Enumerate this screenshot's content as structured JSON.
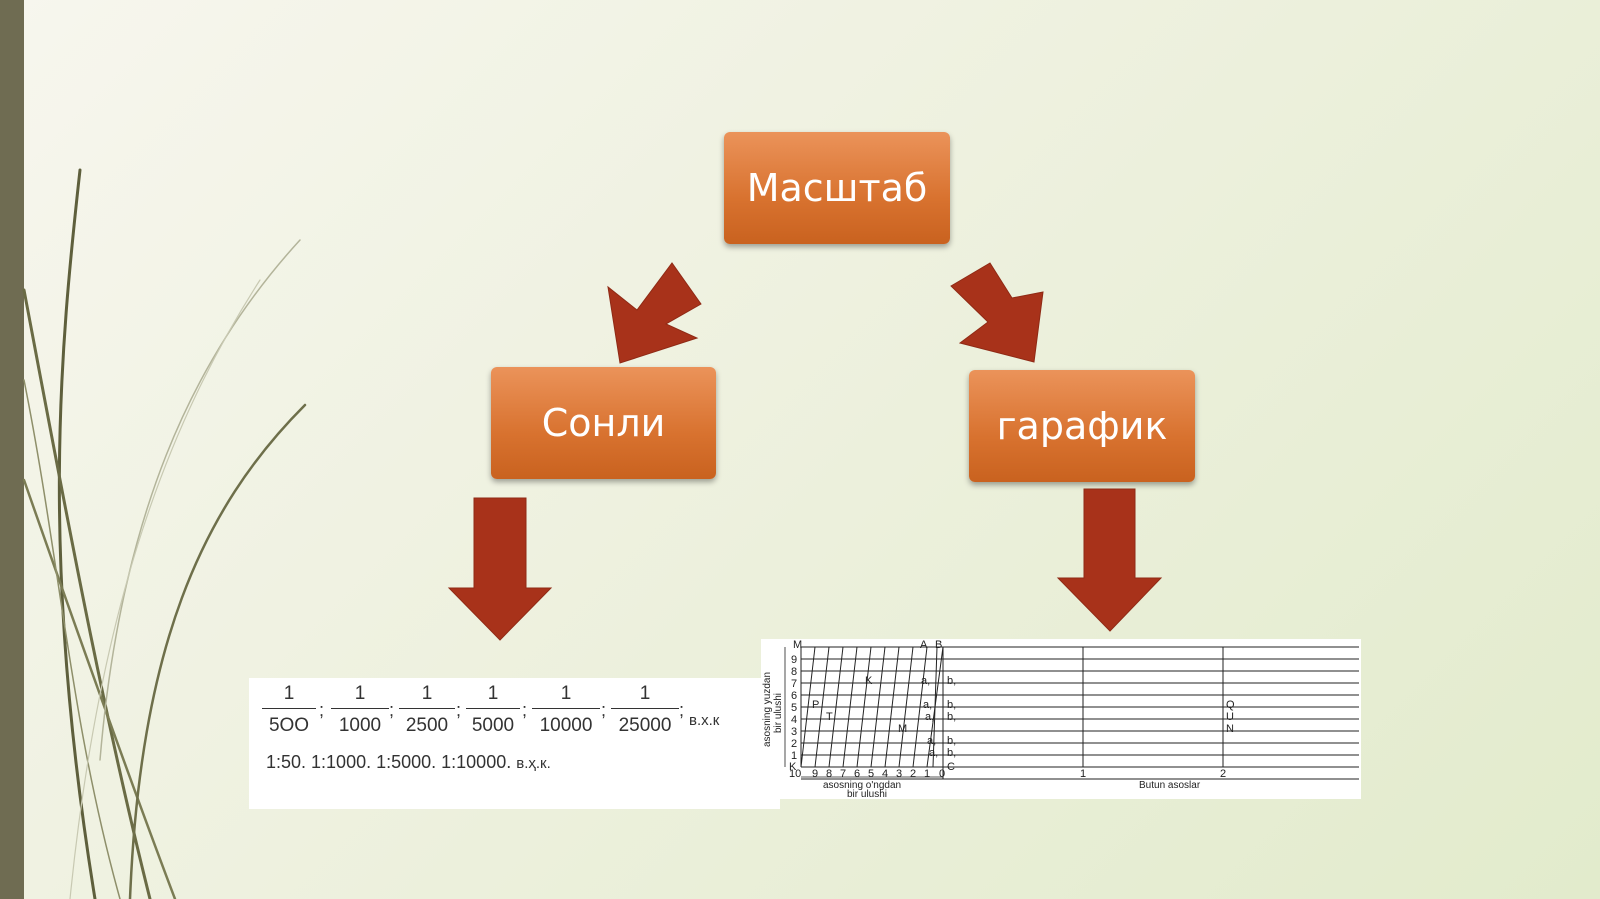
{
  "nodes": {
    "root": "Масштаб",
    "left": "Сонли",
    "right": "гарафик"
  },
  "numeric_scale": {
    "fractions": [
      {
        "numerator": "1",
        "denominator": "5OO"
      },
      {
        "numerator": "1",
        "denominator": "1000"
      },
      {
        "numerator": "1",
        "denominator": "2500"
      },
      {
        "numerator": "1",
        "denominator": "5000"
      },
      {
        "numerator": "1",
        "denominator": "10000"
      },
      {
        "numerator": "1",
        "denominator": "25000"
      }
    ],
    "separator": ";",
    "suffix": "в.х.к",
    "ratios": "1:50. 1:1000. 1:5000. 1:10000.",
    "ratios_suffix": "в.ҳ.к."
  },
  "graphic_scale": {
    "top_labels": [
      "M",
      "A",
      "B"
    ],
    "left_numbers": [
      "9",
      "8",
      "7",
      "6",
      "5",
      "4",
      "3",
      "2",
      "1",
      "K"
    ],
    "bottom_numbers": [
      "10",
      "9",
      "8",
      "7",
      "6",
      "5",
      "4",
      "3",
      "2",
      "1",
      "0"
    ],
    "whole_numbers": [
      "1",
      "2"
    ],
    "side_label_1": "asosning yuzdan",
    "side_label_2": "bir ulushi",
    "bottom_label_1": "asosning o'ngdan",
    "bottom_label_2": "bir ulushi",
    "bottom_label_3": "Butun asoslar",
    "points": [
      "K",
      "P",
      "T",
      "M",
      "Q",
      "U",
      "N"
    ],
    "a_labels": [
      "a,",
      "a,",
      "a,",
      "a,",
      "a,"
    ],
    "b_labels": [
      "b,",
      "b,",
      "b,",
      "b,",
      "b,",
      "C"
    ]
  },
  "colors": {
    "node": "#d8722f",
    "arrow": "#a8321a",
    "left_bar": "#6f6c52"
  }
}
